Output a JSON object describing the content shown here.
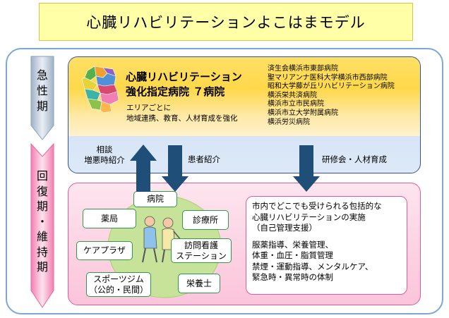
{
  "title": "心臓リハビリテーションよこはまモデル",
  "phases": {
    "acute": [
      "急",
      "性",
      "期"
    ],
    "recovery": [
      "回",
      "復",
      "期",
      "・",
      "維",
      "持",
      "期"
    ]
  },
  "top": {
    "heading_line1": "心臓リハビリテーション",
    "heading_line2": "強化指定病院 ７病院",
    "sub_line1": "エリアごとに",
    "sub_line2": "地域連携、教育、人材育成を強化",
    "hospitals": [
      "済生会横浜市東部病院",
      "聖マリアンナ医科大学横浜市西部病院",
      "昭和大学藤が丘リハビリテーション病院",
      "横浜栄共済病院",
      "横浜市立市民病院",
      "横浜市立大学附属病院",
      "横浜労災病院"
    ]
  },
  "arrows": {
    "up_label_line1": "相談",
    "up_label_line2": "増悪時紹介",
    "down1_label": "患者紹介",
    "down2_label": "研修会・人材育成"
  },
  "network": {
    "hospital": "病院",
    "pharmacy": "薬局",
    "clinic": "診療所",
    "care_plaza": "ケアプラザ",
    "nursing_line1": "訪問看護",
    "nursing_line2": "ステーション",
    "sports_line1": "スポーツジム",
    "sports_line2": "（公的・民間）",
    "dietitian": "栄養士"
  },
  "info": {
    "line1": "市内でどこでも受けられる包括的な",
    "line2": "心臓リハビリテーションの実施",
    "line3": "（自己管理支援）",
    "line4": "服薬指導、栄養管理、",
    "line5": "体重・血圧・脂質管理",
    "line6": "禁煙・運動指導、メンタルケア、",
    "line7": "緊急時・異常時の体制"
  },
  "colors": {
    "banner": "#ffffa8",
    "frame": "#7aa9d3",
    "top_border": "#2f5597",
    "bottom_border": "#e05b9b",
    "arrow": "#1f4e79",
    "node_border": "#2e9a4a",
    "circle": "#c7e39a"
  }
}
